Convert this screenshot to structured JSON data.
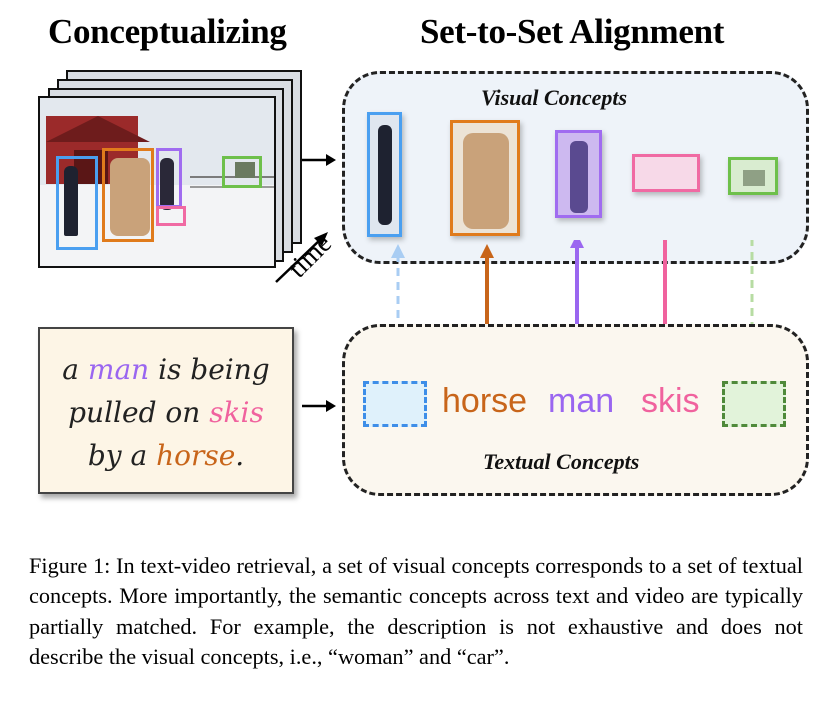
{
  "headings": {
    "left": "Conceptualizing",
    "right": "Set-to-Set Alignment"
  },
  "time_label": "time",
  "visual_panel": {
    "title": "Visual Concepts",
    "concepts": [
      {
        "name": "woman",
        "color": "#4a9ff0"
      },
      {
        "name": "horse",
        "color": "#e07b1c"
      },
      {
        "name": "man",
        "color": "#a06cf0"
      },
      {
        "name": "skis",
        "color": "#f06aa3"
      },
      {
        "name": "car",
        "color": "#6ec04b"
      }
    ]
  },
  "textual_panel": {
    "title": "Textual Concepts",
    "words": {
      "horse": "horse",
      "man": "man",
      "skis": "skis"
    },
    "colors": {
      "horse": "#c8651a",
      "man": "#9a66f0",
      "skis": "#f0629e",
      "woman_placeholder": "#3d8ee8",
      "car_placeholder": "#4f8a3a"
    }
  },
  "sentence": {
    "line1_a": "a ",
    "line1_man": "man",
    "line1_b": " is being",
    "line2_a": "pulled on ",
    "line2_skis": "skis",
    "line3_a": "by a ",
    "line3_horse": "horse",
    "line3_b": "."
  },
  "caption": "Figure 1: In text-video retrieval, a set of visual concepts corresponds to a set of textual concepts. More importantly, the semantic concepts across text and video are typically partially matched. For example, the description is not exhaustive and does not describe the visual concepts, i.e., “woman” and “car”."
}
